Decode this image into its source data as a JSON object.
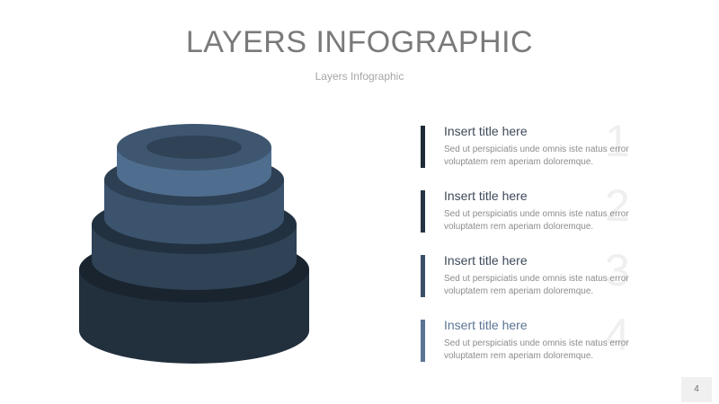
{
  "slide": {
    "title": "LAYERS INFOGRAPHIC",
    "subtitle": "Layers Infographic",
    "page_number": "4"
  },
  "items": [
    {
      "number": "1",
      "title": "Insert title here",
      "text": "Sed ut perspiciatis unde omnis iste natus error voluptatem rem aperiam doloremque.",
      "bar_color": "#1f2b38"
    },
    {
      "number": "2",
      "title": "Insert title here",
      "text": "Sed ut perspiciatis unde omnis iste natus error voluptatem rem aperiam doloremque.",
      "bar_color": "#253444"
    },
    {
      "number": "3",
      "title": "Insert title here",
      "text": "Sed ut perspiciatis unde omnis iste natus error voluptatem rem aperiam doloremque.",
      "bar_color": "#3b5068"
    },
    {
      "number": "4",
      "title": "Insert title here",
      "text": "Sed ut perspiciatis unde omnis iste natus error voluptatem rem aperiam doloremque.",
      "bar_color": "#5a7495"
    }
  ],
  "colors": {
    "layer1_top": "#3e5670",
    "layer1_side": "#4f6e8f",
    "layer1_hole": "#2f4256",
    "layer2_top": "#2d3f52",
    "layer2_side": "#3b536d",
    "layer3_top": "#223140",
    "layer3_side": "#2f4256",
    "layer4_top": "#19242f",
    "layer4_side": "#222f3d"
  }
}
